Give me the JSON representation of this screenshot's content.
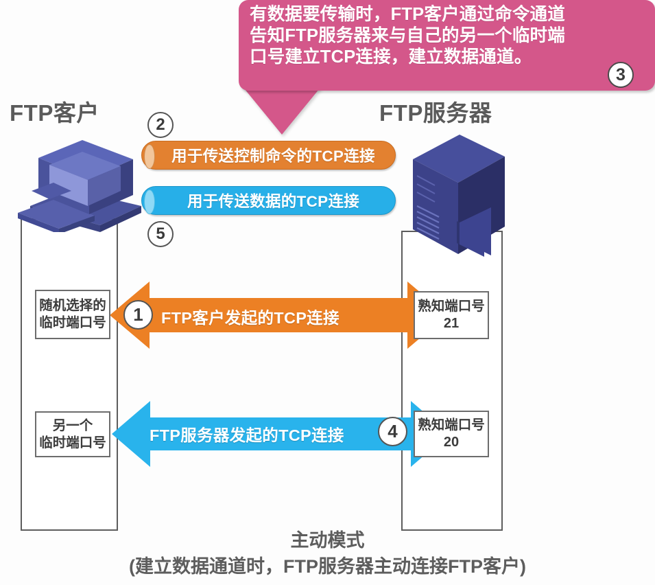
{
  "callout": {
    "text": "有数据要传输时，FTP客户通过命令通道\n告知FTP服务器来与自己的另一个临时端\n口号建立TCP连接，建立数据通道。",
    "step_badge": "3",
    "bg_color": "#d4578a"
  },
  "endpoints": {
    "client_title": "FTP客户",
    "server_title": "FTP服务器"
  },
  "legend_pills": [
    {
      "id": "control",
      "label": "用于传送控制命令的TCP连接",
      "badge": "2",
      "color": "#e38130"
    },
    {
      "id": "data",
      "label": "用于传送数据的TCP连接",
      "badge": "5",
      "color": "#27afe8"
    }
  ],
  "connections": [
    {
      "id": "control-connection",
      "label": "FTP客户发起的TCP连接",
      "badge": "1",
      "color": "#ec8024",
      "client_port": {
        "line1": "随机选择的",
        "line2": "临时端口号",
        "number": ""
      },
      "server_port": {
        "line1": "熟知端口号",
        "number": "21"
      }
    },
    {
      "id": "data-connection",
      "label": "FTP服务器发起的TCP连接",
      "badge": "4",
      "color": "#29b3ec",
      "client_port": {
        "line1": "另一个",
        "line2": "临时端口号",
        "number": ""
      },
      "server_port": {
        "line1": "熟知端口号",
        "number": "20"
      }
    }
  ],
  "caption": {
    "mode": "主动模式",
    "sub": "(建立数据通道时，FTP服务器主动连接FTP客户)"
  },
  "icons": {
    "client": "desktop-computer-icon",
    "server": "server-tower-icon"
  }
}
